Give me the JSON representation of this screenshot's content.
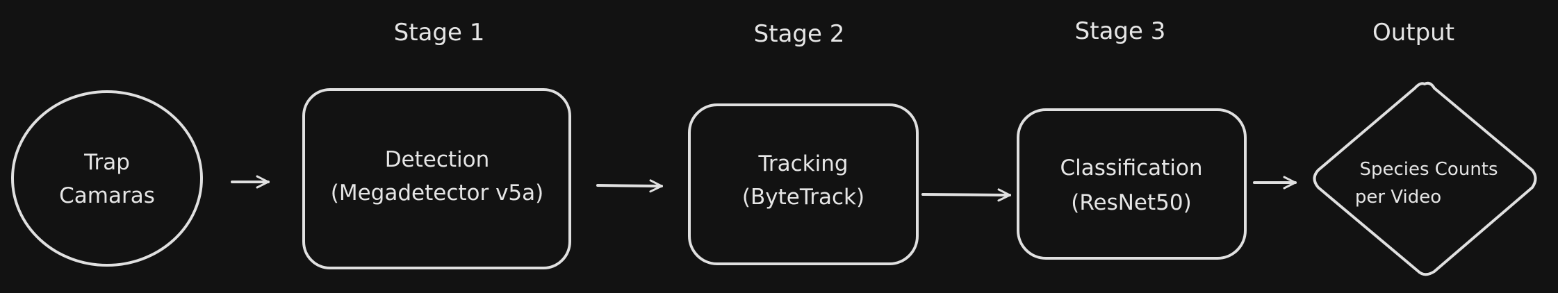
{
  "stages": {
    "stage1": "Stage 1",
    "stage2": "Stage 2",
    "stage3": "Stage 3",
    "output": "Output"
  },
  "nodes": {
    "source": {
      "line1": "Trap",
      "line2": "Camaras"
    },
    "detection": {
      "line1": "Detection",
      "line2": "(Megadetector v5a)"
    },
    "tracking": {
      "line1": "Tracking",
      "line2": "(ByteTrack)"
    },
    "classification": {
      "line1": "Classification",
      "line2": "(ResNet50)"
    },
    "output": {
      "line1": "Species Counts",
      "line2": "per Video"
    }
  },
  "colors": {
    "background": "#121212",
    "stroke": "#e0e0e0"
  }
}
